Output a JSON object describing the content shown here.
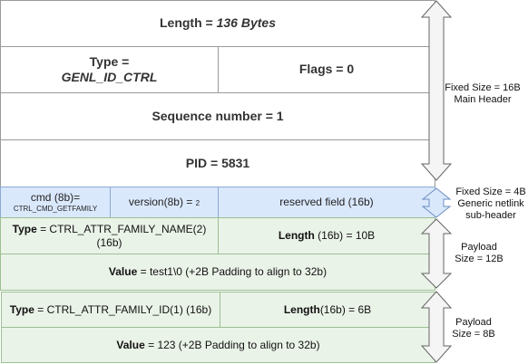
{
  "main_header": {
    "length_label": "Length = ",
    "length_value": "136 Bytes",
    "type_label": "Type  =",
    "type_value": "GENL_ID_CTRL",
    "flags": "Flags = 0",
    "sequence": "Sequence number = 1",
    "pid": "PID = 5831",
    "side_line1": "Fixed Size = 16B",
    "side_line2": "Main Header"
  },
  "generic_header": {
    "cmd_label": "cmd (8b)=",
    "cmd_value": "CTRL_CMD_GETFAMILY",
    "version_label": "version(8b) = ",
    "version_value": "2",
    "reserved": "reserved field (16b)",
    "side_line1": "Fixed Size = 4B",
    "side_line2": "Generic netlink",
    "side_line3": "sub-header"
  },
  "payload1": {
    "type_bold": "Type",
    "type_rest": " = CTRL_ATTR_FAMILY_NAME(2)",
    "type_line2": "(16b)",
    "length_bold": "Length",
    "length_rest": " (16b) = 10B",
    "value_bold": "Value",
    "value_rest": " = test1\\0 (+2B Padding to align to 32b)",
    "side_line1": "Payload",
    "side_line2": "Size = 12B"
  },
  "payload2": {
    "type_bold": "Type",
    "type_rest": " = CTRL_ATTR_FAMILY_ID(1) (16b)",
    "length_bold": "Length",
    "length_rest": "(16b) = 6B",
    "value_bold": "Value",
    "value_rest": " = 123 (+2B Padding to align to 32b)",
    "side_line1": "Payload",
    "side_line2": "Size = 8B"
  },
  "colors": {
    "header_bg": "#ffffff",
    "subheader_bg": "#dae8fc",
    "payload_bg": "#eaf3e8",
    "arrow_fill": "#f5f5f5",
    "arrow_stroke": "#666666"
  }
}
